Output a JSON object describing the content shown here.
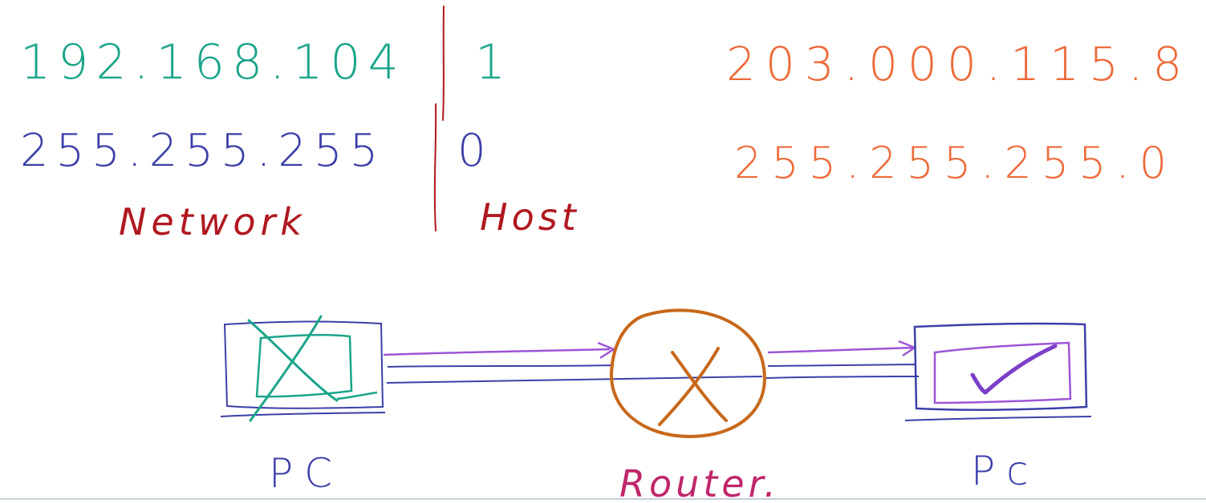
{
  "ip": {
    "address": "192.168.104.1",
    "address_network_part": "192.168.104",
    "address_host_part": "1",
    "mask": "255.255.255.0",
    "mask_network_part": "255.255.255",
    "mask_host_part": "0",
    "network_label": "Network",
    "host_label": "Host"
  },
  "ip2": {
    "address": "203.000.115.8",
    "mask": "255.255.255.0"
  },
  "devices": {
    "left_label": "PC",
    "router_label": "Router.",
    "right_label": "Pc"
  },
  "colors": {
    "teal": "#1aa58a",
    "blue": "#3b3fa8",
    "red": "#b0181f",
    "orange": "#ee6a3a",
    "router": "#c8681a",
    "purple": "#9c55d6",
    "magenta": "#c0266a"
  }
}
